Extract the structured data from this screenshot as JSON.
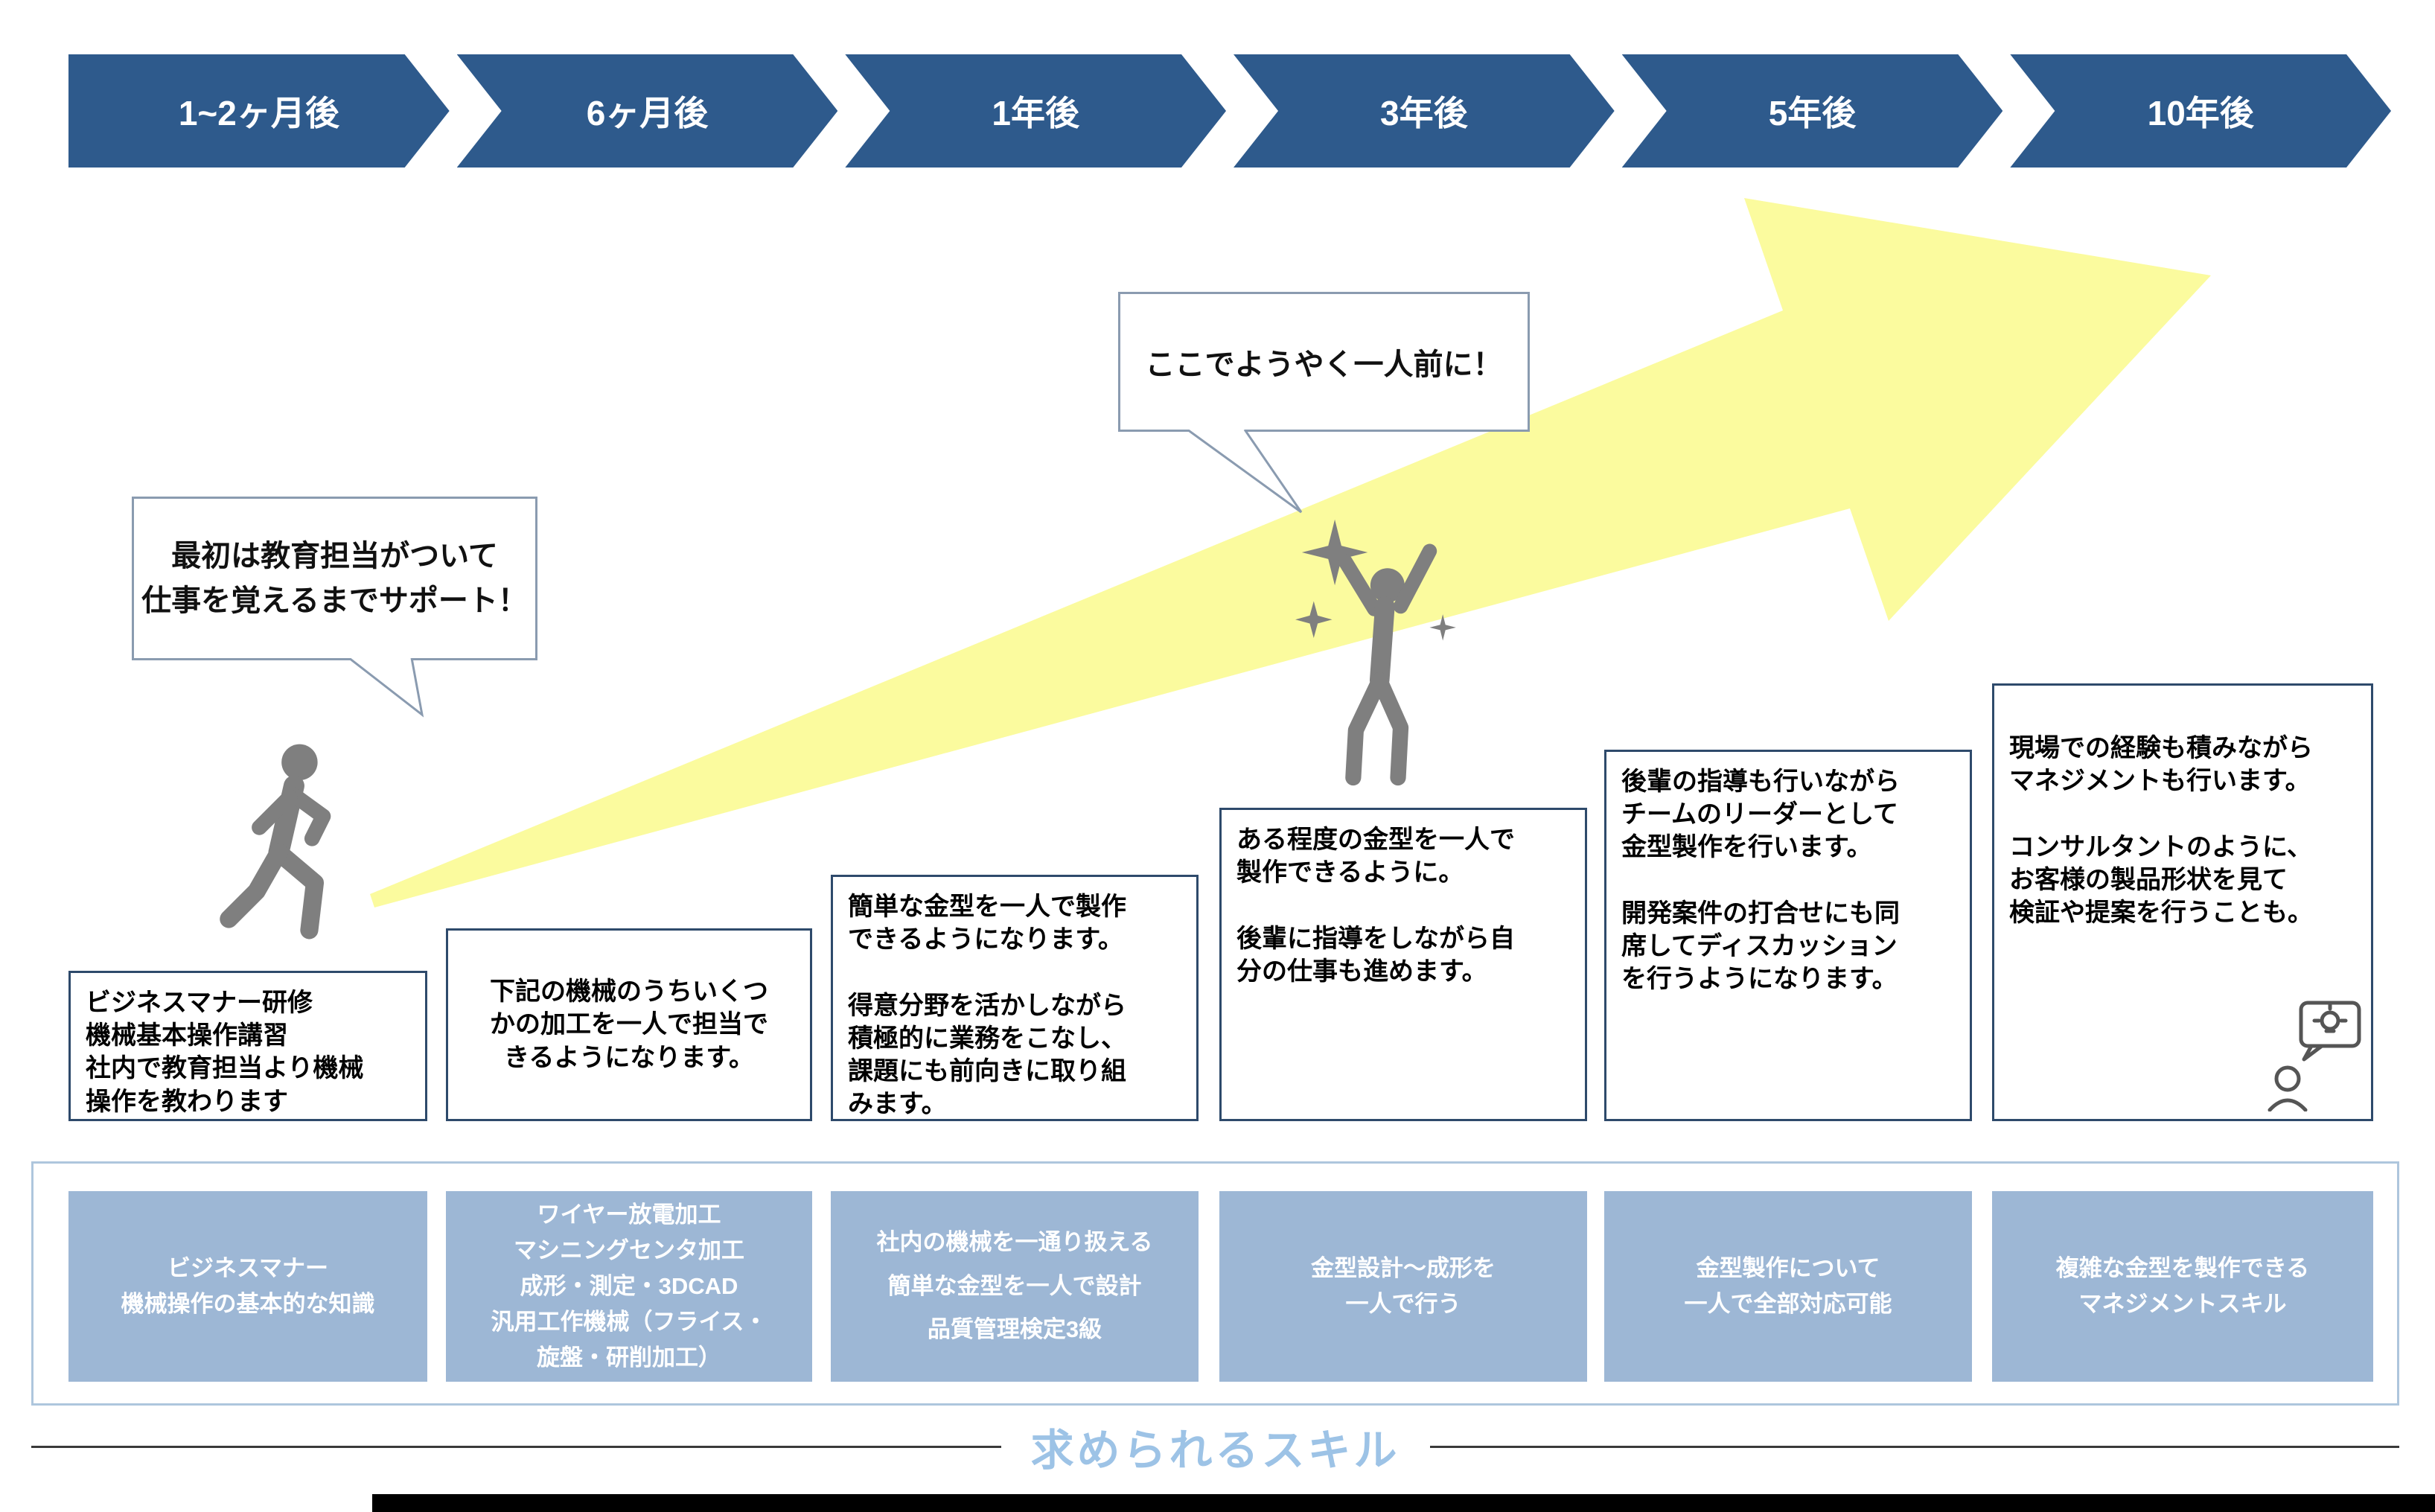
{
  "timeline": {
    "items": [
      {
        "label": "1~2ヶ月後"
      },
      {
        "label": "6ヶ月後"
      },
      {
        "label": "1年後"
      },
      {
        "label": "3年後"
      },
      {
        "label": "5年後"
      },
      {
        "label": "10年後"
      }
    ]
  },
  "bubbles": {
    "first": "最初は教育担当がついて\n仕事を覚えるまでサポート！",
    "second": "ここでようやく一人前に！"
  },
  "stages": [
    {
      "text": "ビジネスマナー研修\n機械基本操作講習\n社内で教育担当より機械\n操作を教わります"
    },
    {
      "text": "下記の機械のうちいくつ\nかの加工を一人で担当で\nきるようになります。"
    },
    {
      "text": "簡単な金型を一人で製作\nできるようになります。\n\n得意分野を活かしながら\n積極的に業務をこなし、\n課題にも前向きに取り組\nみます。"
    },
    {
      "text": "ある程度の金型を一人で\n製作できるように。\n\n後輩に指導をしながら自\n分の仕事も進めます。"
    },
    {
      "text": "後輩の指導も行いながら\nチームのリーダーとして\n金型製作を行います。\n\n開発案件の打合せにも同\n席してディスカッション\nを行うようになります。"
    },
    {
      "text": "現場での経験も積みながら\nマネジメントも行います。\n\nコンサルタントのように、\nお客様の製品形状を見て\n検証や提案を行うことも。"
    }
  ],
  "skills": {
    "title": "求められるスキル",
    "boxes": [
      {
        "text": "ビジネスマナー\n機械操作の基本的な知識"
      },
      {
        "text": "ワイヤー放電加工\nマシニングセンタ加工\n成形・測定・3DCAD\n汎用工作機械（フライス・\n旋盤・研削加工）"
      },
      {
        "text": "社内の機械を一通り扱える\n簡単な金型を一人で設計\n品質管理検定3級"
      },
      {
        "text": "金型設計～成形を\n一人で行う"
      },
      {
        "text": "金型製作について\n一人で全部対応可能"
      },
      {
        "text": "複雑な金型を製作できる\nマネジメントスキル"
      }
    ]
  },
  "icons": {
    "walking_person": "walking-person-silhouette",
    "celebrating_person": "celebrating-person-with-sparkles",
    "consultant_idea": "person-with-lightbulb-speech-bubble"
  },
  "colors": {
    "chevron_blue": "#2E5A8C",
    "arrow_yellow": "#FBFB9E",
    "skill_box_blue": "#9DB7D5",
    "skill_title_blue": "#9DC3E6",
    "person_gray": "#7F7F7F"
  }
}
